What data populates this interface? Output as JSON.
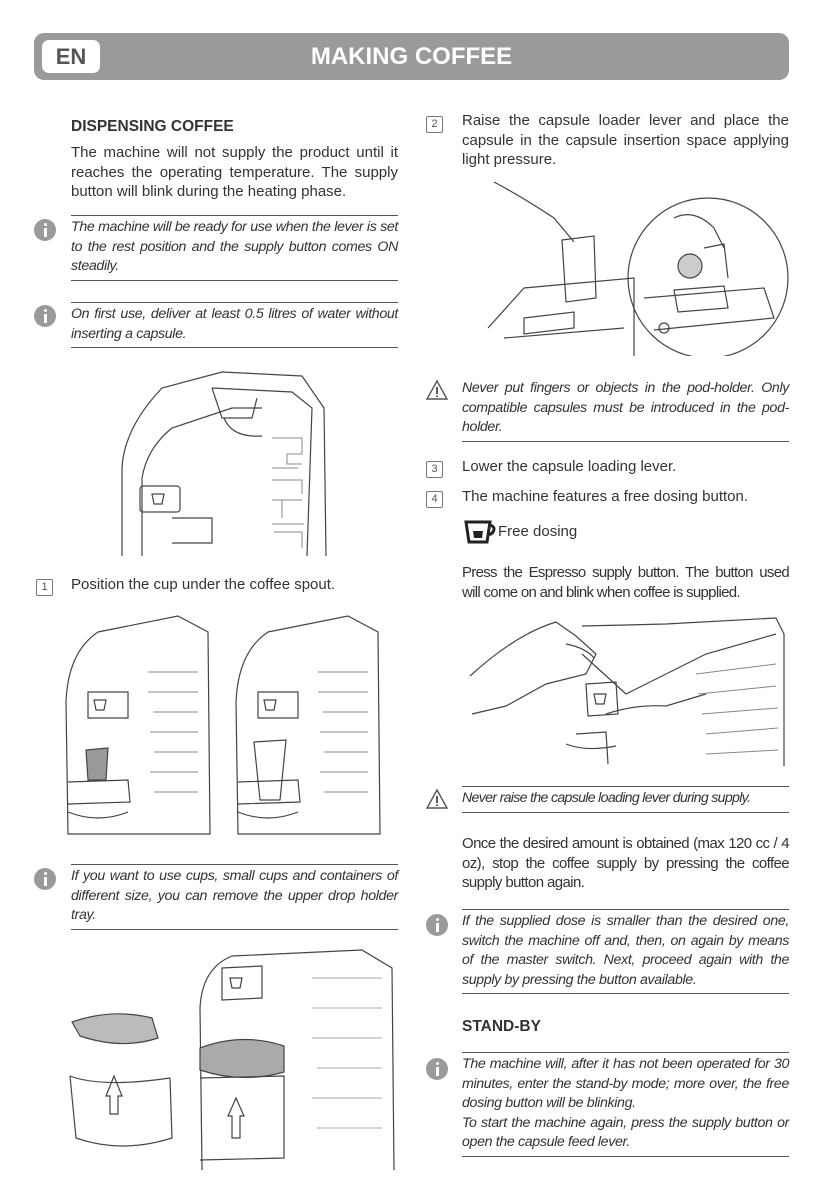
{
  "header": {
    "language": "EN",
    "title": "MAKING COFFEE"
  },
  "left": {
    "section_title": "DISPENSING COFFEE",
    "intro": "The machine will not supply the product until it reaches the operating temperature. The supply button will blink during the heating phase.",
    "note1": "The machine will be ready for use when the lever is set to the rest position and the supply button comes ON steadily.",
    "note2": "On first use, deliver at least 0.5 litres of water without inserting a capsule.",
    "step1": {
      "number": "1",
      "text": "Position the cup under the coffee spout."
    },
    "note3": "If you want to use cups, small cups and containers of different size, you can remove the upper drop holder tray."
  },
  "right": {
    "step2": {
      "number": "2",
      "text": "Raise the capsule loader lever and place the capsule in the capsule insertion space applying light pressure."
    },
    "warning1": "Never put fingers or objects in the pod-holder. Only compatible capsules must be introduced in the pod-holder.",
    "step3": {
      "number": "3",
      "text": "Lower the capsule loading lever."
    },
    "step4": {
      "number": "4",
      "text": "The machine features a free dosing button."
    },
    "free_dosing_label": "Free dosing",
    "press_text": "Press the Espresso supply button. The button used will come on and blink when coffee is supplied.",
    "warning2": "Never raise the capsule loading lever during supply.",
    "amount_text": "Once the desired amount is obtained (max 120 cc / 4 oz), stop the coffee supply by pressing the coffee supply button again.",
    "note4": "If the supplied dose is smaller than the desired one, switch the machine off and, then, on again by means of the master switch. Next, proceed again with the supply by pressing the button available.",
    "standby_title": "STAND-BY",
    "note5_line1": "The machine will, after it has not been operated for 30 minutes, enter the stand-by mode; more over, the free dosing button will be blinking.",
    "note5_line2": "To start the machine again, press the supply button or open the capsule feed lever."
  },
  "icons": {
    "info": "info-icon",
    "warning": "warning-icon",
    "free_dosing": "cup-button-icon"
  },
  "colors": {
    "header_bg": "#9a9a9a",
    "text": "#333333"
  }
}
